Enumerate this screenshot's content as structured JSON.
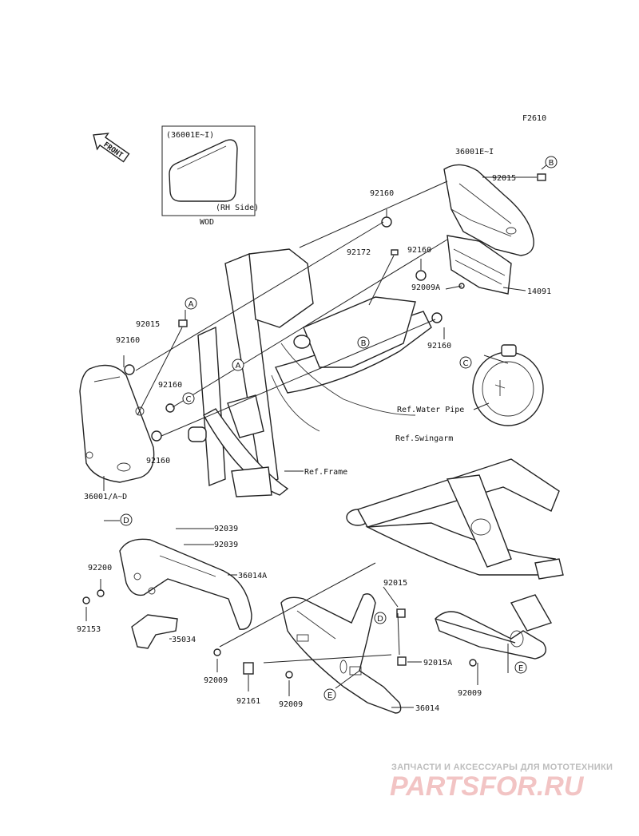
{
  "figure_code": "F2610",
  "front_label": "FRONT",
  "inset": {
    "code": "(36001E~I)",
    "side": "(RH Side)",
    "note": "WOD"
  },
  "parts": {
    "p36001EI": "36001E~I",
    "p92015_top": "92015",
    "p92160_a": "92160",
    "p92172": "92172",
    "p92160_b": "92160",
    "p92009A": "92009A",
    "p14091": "14091",
    "p92160_c": "92160",
    "p92015_left": "92015",
    "p92160_left": "92160",
    "p92160_mid": "92160",
    "p92160_low": "92160",
    "p36001AD": "36001/A~D",
    "p92039_a": "92039",
    "p92039_b": "92039",
    "p92200": "92200",
    "p36014A": "36014A",
    "p92153": "92153",
    "p35034": "35034",
    "p92015_d": "92015",
    "p92015A": "92015A",
    "p92009_r": "92009",
    "p92009_l": "92009",
    "p92161": "92161",
    "p92009_m": "92009",
    "p36014": "36014"
  },
  "refs": {
    "water_pipe": "Ref.Water Pipe",
    "swingarm": "Ref.Swingarm",
    "frame": "Ref.Frame"
  },
  "callouts": [
    "A",
    "B",
    "C",
    "D",
    "E"
  ],
  "watermark": {
    "line1": "ЗАПЧАСТИ И АКСЕССУАРЫ ДЛЯ МОТОТЕХНИКИ",
    "line2": "PARTSFOR.RU"
  }
}
